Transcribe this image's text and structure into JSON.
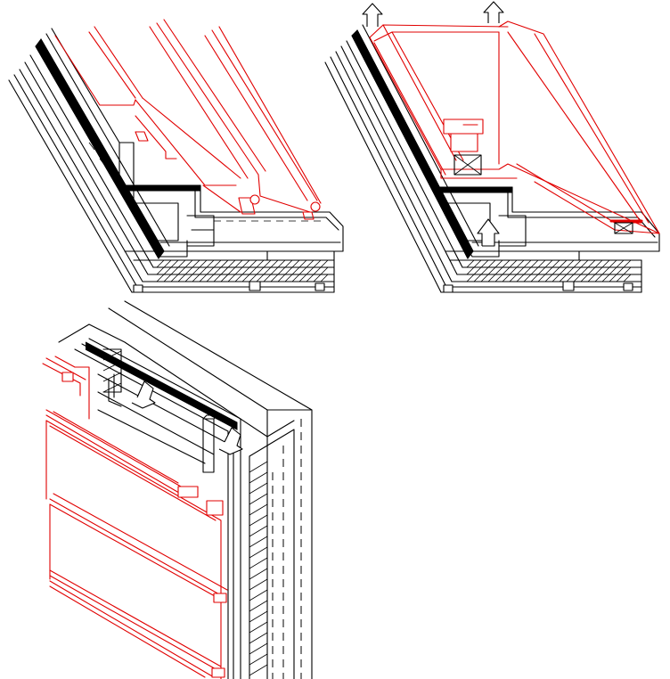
{
  "colors": {
    "structure": "#000000",
    "cladding": "#e10000",
    "background": "#ffffff"
  },
  "views": [
    {
      "id": "roof-hooked-panels",
      "icons": [
        "hook-clip-icon"
      ]
    },
    {
      "id": "roof-sliding-panels",
      "icons": [
        "arrow-up-icon",
        "arrow-up-icon",
        "arrow-up-icon"
      ]
    },
    {
      "id": "wall-corner-panels",
      "icons": [
        "bracket-icon"
      ]
    }
  ]
}
